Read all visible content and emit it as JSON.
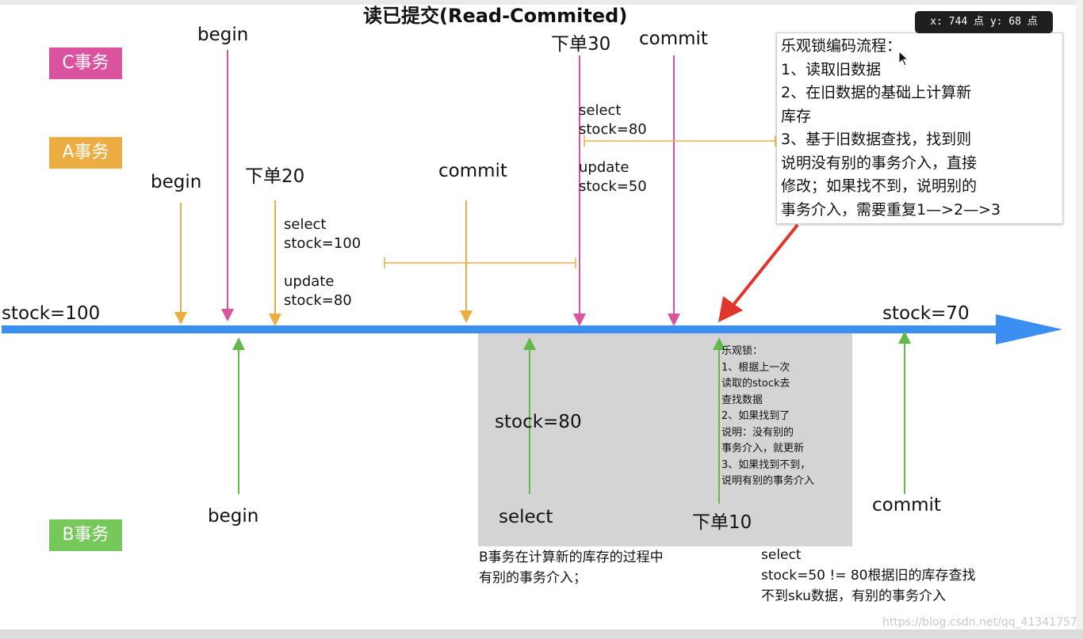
{
  "title": "读已提交(Read-Commited)",
  "coordinate_readout": "x: 744 点  y: 68 点",
  "labels": {
    "c": "C事务",
    "a": "A事务",
    "b": "B事务"
  },
  "timeline": {
    "start": "stock=100",
    "end": "stock=70"
  },
  "c_tx": {
    "begin": "begin",
    "order": "下单30",
    "commit": "commit",
    "ops": "select\nstock=80\n\nupdate\nstock=50"
  },
  "a_tx": {
    "begin": "begin",
    "order": "下单20",
    "commit": "commit",
    "ops": "select\nstock=100\n\nupdate\nstock=80"
  },
  "b_tx": {
    "begin": "begin",
    "select": "select",
    "stock": "stock=80",
    "order": "下单10",
    "commit": "commit",
    "lock_note": "乐观锁：\n1、根据上一次\n读取的stock去\n查找数据\n2、如果找到了\n说明：没有别的\n事务介入，就更新\n3、如果找到不到，\n说明有别的事务介入",
    "caption": "B事务在计算新的库存的过程中\n有别的事务介入；",
    "select_note": "select\nstock=50 != 80根据旧的库存查找\n不到sku数据，有别的事务介入"
  },
  "note_box": {
    "text": "乐观锁编码流程：\n1、读取旧数据\n2、在旧数据的基础上计算新\n库存\n3、基于旧数据查找，找到则\n说明没有别的事务介入，直接\n修改；如果找不到，说明别的\n事务介入，需要重复1—>2—>3"
  },
  "watermark": "https://blog.csdn.net/qq_41341757",
  "colors": {
    "timeline": "#3a8ff0",
    "c": "#d9539f",
    "a": "#ecae42",
    "b": "#62b84b",
    "red_arrow": "#e0352a",
    "grey_box": "#d4d4d4"
  }
}
